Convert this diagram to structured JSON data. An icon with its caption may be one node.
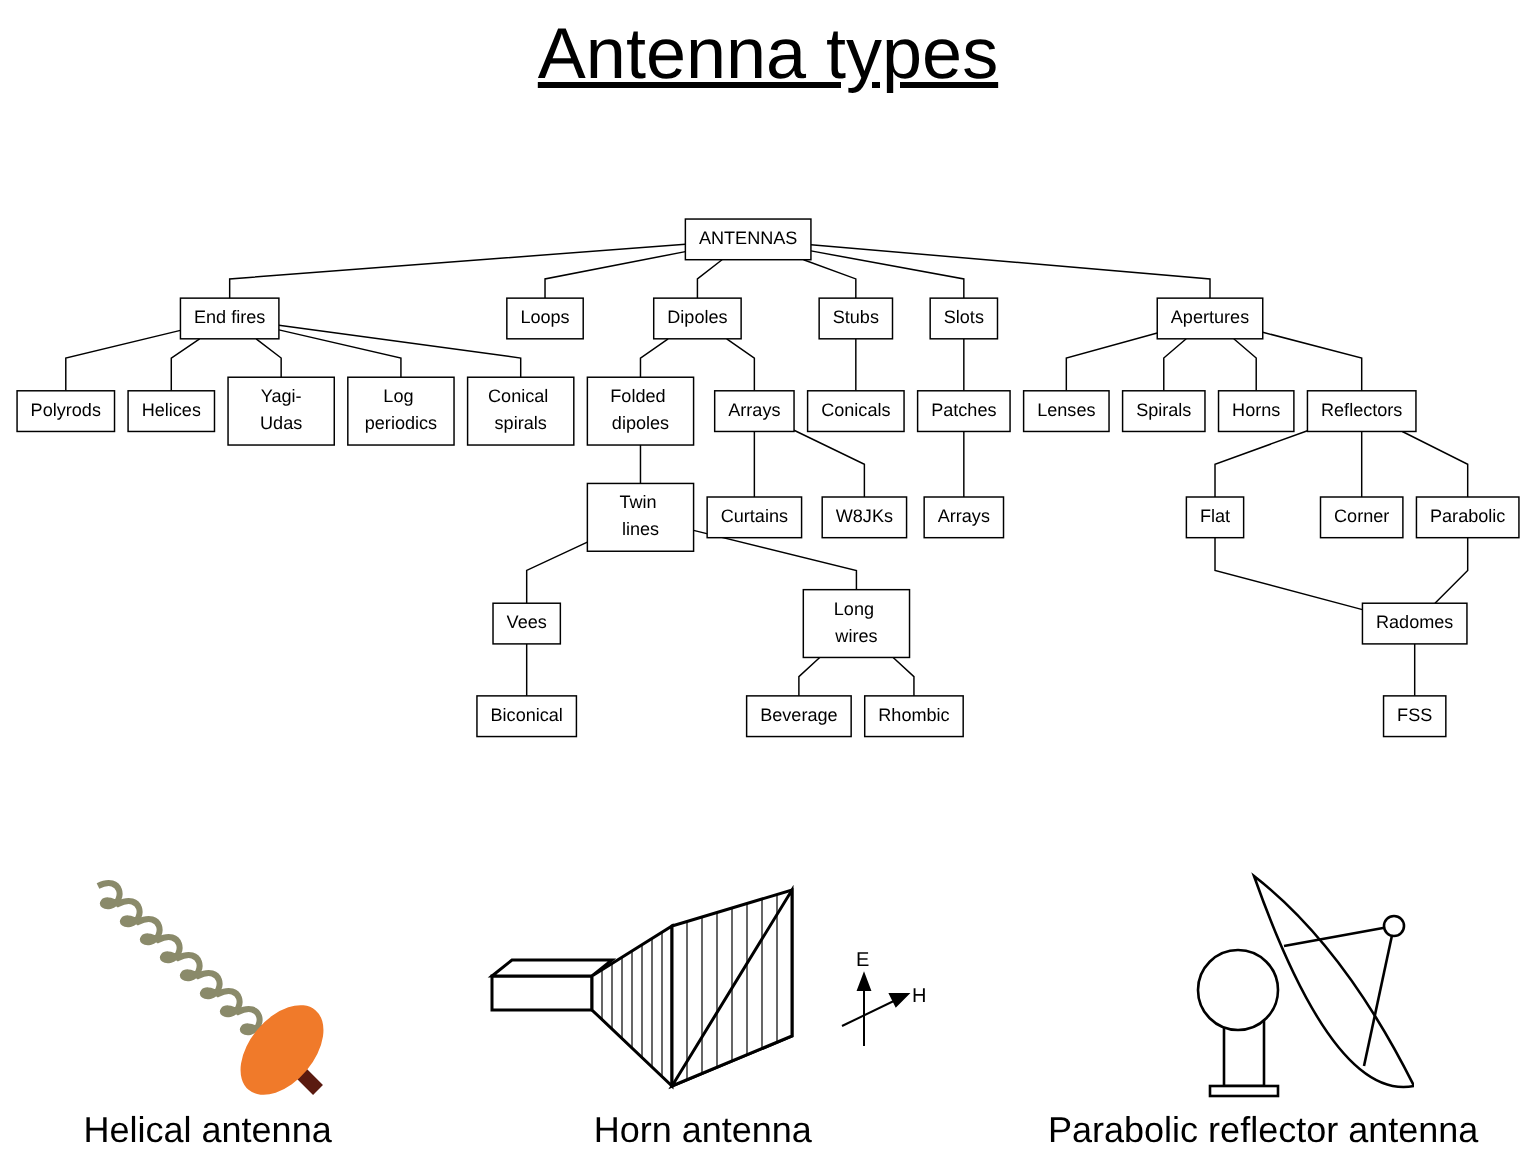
{
  "diagram": {
    "title": "Antenna types",
    "nodes": [
      {
        "text": [
          "ANTENNAS"
        ]
      },
      {
        "text": [
          "End fires"
        ]
      },
      {
        "text": [
          "Loops"
        ]
      },
      {
        "text": [
          "Dipoles"
        ]
      },
      {
        "text": [
          "Stubs"
        ]
      },
      {
        "text": [
          "Slots"
        ]
      },
      {
        "text": [
          "Apertures"
        ]
      },
      {
        "text": [
          "Polyrods"
        ]
      },
      {
        "text": [
          "Helices"
        ]
      },
      {
        "text": [
          "Yagi-Udas"
        ]
      },
      {
        "text": [
          "Log periodics"
        ]
      },
      {
        "text": [
          "Conical spirals"
        ]
      },
      {
        "text": [
          "Folded dipoles"
        ]
      },
      {
        "text": [
          "Arrays"
        ]
      },
      {
        "text": [
          "Conicals"
        ]
      },
      {
        "text": [
          "Patches"
        ]
      },
      {
        "text": [
          "Arrays"
        ]
      },
      {
        "text": [
          "Curtains"
        ]
      },
      {
        "text": [
          "W8JKs"
        ]
      },
      {
        "text": [
          "Twin lines"
        ]
      },
      {
        "text": [
          "Lenses"
        ]
      },
      {
        "text": [
          "Spirals"
        ]
      },
      {
        "text": [
          "Horns"
        ]
      },
      {
        "text": [
          "Reflectors"
        ]
      },
      {
        "text": [
          "Vees"
        ]
      },
      {
        "text": [
          "Long wires"
        ]
      },
      {
        "text": [
          "Flat"
        ]
      },
      {
        "text": [
          "Corner"
        ]
      },
      {
        "text": [
          "Parabolic"
        ]
      },
      {
        "text": [
          "Biconical"
        ]
      },
      {
        "text": [
          "Beverage"
        ]
      },
      {
        "text": [
          "Rhombic"
        ]
      },
      {
        "text": [
          "Radomes"
        ]
      },
      {
        "text": [
          "FSS"
        ]
      }
    ],
    "edges": [
      {
        "from": 0,
        "to": 1,
        "arrow": "none"
      },
      {
        "from": 0,
        "to": 2,
        "arrow": "none"
      },
      {
        "from": 0,
        "to": 3,
        "arrow": "none"
      },
      {
        "from": 0,
        "to": 4,
        "arrow": "none"
      },
      {
        "from": 0,
        "to": 5,
        "arrow": "none"
      },
      {
        "from": 0,
        "to": 6,
        "arrow": "none"
      },
      {
        "from": 1,
        "to": 7,
        "arrow": "none"
      },
      {
        "from": 1,
        "to": 8,
        "arrow": "none"
      },
      {
        "from": 1,
        "to": 9,
        "arrow": "none"
      },
      {
        "from": 1,
        "to": 10,
        "arrow": "none"
      },
      {
        "from": 1,
        "to": 11,
        "arrow": "none"
      },
      {
        "from": 3,
        "to": 12,
        "arrow": "none"
      },
      {
        "from": 3,
        "to": 13,
        "arrow": "none"
      },
      {
        "from": 4,
        "to": 14,
        "arrow": "none"
      },
      {
        "from": 5,
        "to": 15,
        "arrow": "none"
      },
      {
        "from": 15,
        "to": 16,
        "arrow": "none"
      },
      {
        "from": 13,
        "to": 17,
        "arrow": "none"
      },
      {
        "from": 13,
        "to": 18,
        "arrow": "none"
      },
      {
        "from": 12,
        "to": 19,
        "arrow": "none"
      },
      {
        "from": 6,
        "to": 20,
        "arrow": "none"
      },
      {
        "from": 6,
        "to": 21,
        "arrow": "none"
      },
      {
        "from": 6,
        "to": 22,
        "arrow": "none"
      },
      {
        "from": 6,
        "to": 23,
        "arrow": "none"
      },
      {
        "from": 19,
        "to": 24,
        "arrow": "none"
      },
      {
        "from": 19,
        "to": 25,
        "arrow": "none"
      },
      {
        "from": 23,
        "to": 26,
        "arrow": "none"
      },
      {
        "from": 23,
        "to": 27,
        "arrow": "none"
      },
      {
        "from": 23,
        "to": 28,
        "arrow": "none"
      },
      {
        "from": 24,
        "to": 29,
        "arrow": "none"
      },
      {
        "from": 25,
        "to": 30,
        "arrow": "none"
      },
      {
        "from": 25,
        "to": 31,
        "arrow": "none"
      },
      {
        "from": 26,
        "to": 32,
        "arrow": "none"
      },
      {
        "from": 28,
        "to": 32,
        "arrow": "none"
      },
      {
        "from": 32,
        "to": 33,
        "arrow": "none"
      }
    ],
    "labels": [
      "E",
      "H",
      "Helical antenna",
      "Horn antenna",
      "Parabolic reflector antenna"
    ]
  }
}
